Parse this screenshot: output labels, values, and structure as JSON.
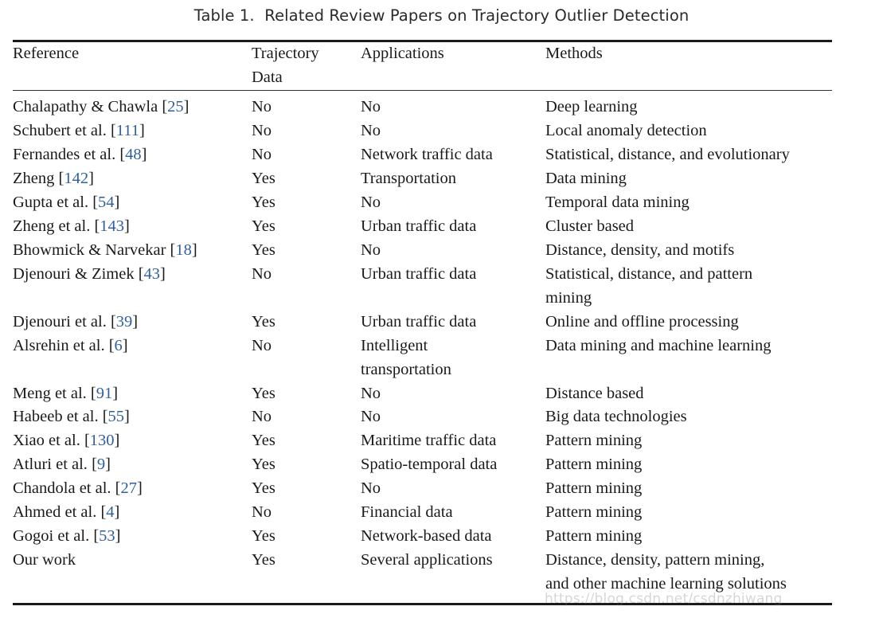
{
  "caption": "Table 1.  Related Review Papers on Trajectory Outlier Detection",
  "watermark": "https://blog.csdn.net/csdnzhiwang",
  "colors": {
    "citation_number": "#2f5f9e",
    "text": "#1a1a1a",
    "rule": "#1b1b1b"
  },
  "table": {
    "headers": {
      "reference": "Reference",
      "trajectory_line1": "Trajectory",
      "trajectory_line2": "Data",
      "applications": "Applications",
      "methods": "Methods"
    },
    "rows": [
      {
        "reference_author": "Chalapathy & Chawla",
        "reference_cite": "25",
        "trajectory": "No",
        "applications": "No",
        "methods": "Deep learning",
        "methods_line2": ""
      },
      {
        "reference_author": "Schubert et al.",
        "reference_cite": "111",
        "trajectory": "No",
        "applications": "No",
        "methods": "Local anomaly detection",
        "methods_line2": ""
      },
      {
        "reference_author": "Fernandes et al.",
        "reference_cite": "48",
        "trajectory": "No",
        "applications": "Network traffic data",
        "methods": "Statistical, distance, and evolutionary",
        "methods_line2": ""
      },
      {
        "reference_author": "Zheng",
        "reference_cite": "142",
        "trajectory": "Yes",
        "applications": "Transportation",
        "methods": "Data mining",
        "methods_line2": ""
      },
      {
        "reference_author": "Gupta et al.",
        "reference_cite": "54",
        "trajectory": "Yes",
        "applications": "No",
        "methods": "Temporal data mining",
        "methods_line2": ""
      },
      {
        "reference_author": "Zheng et al.",
        "reference_cite": "143",
        "trajectory": "Yes",
        "applications": "Urban traffic data",
        "methods": "Cluster based",
        "methods_line2": ""
      },
      {
        "reference_author": "Bhowmick & Narvekar",
        "reference_cite": "18",
        "trajectory": "Yes",
        "applications": "No",
        "methods": "Distance, density, and motifs",
        "methods_line2": ""
      },
      {
        "reference_author": "Djenouri & Zimek",
        "reference_cite": "43",
        "trajectory": "No",
        "applications": "Urban traffic data",
        "methods": "Statistical, distance, and pattern",
        "methods_line2": "mining"
      },
      {
        "reference_author": "Djenouri et al.",
        "reference_cite": "39",
        "trajectory": "Yes",
        "applications": "Urban traffic data",
        "methods": "Online and offline processing",
        "methods_line2": ""
      },
      {
        "reference_author": "Alsrehin et al.",
        "reference_cite": "6",
        "trajectory": "No",
        "applications": "Intelligent",
        "applications_line2": "transportation",
        "methods": "Data mining and machine learning",
        "methods_line2": ""
      },
      {
        "reference_author": "Meng et al.",
        "reference_cite": "91",
        "trajectory": "Yes",
        "applications": "No",
        "methods": "Distance based",
        "methods_line2": ""
      },
      {
        "reference_author": "Habeeb et al.",
        "reference_cite": "55",
        "trajectory": "No",
        "applications": "No",
        "methods": "Big data technologies",
        "methods_line2": ""
      },
      {
        "reference_author": "Xiao et al.",
        "reference_cite": "130",
        "trajectory": "Yes",
        "applications": "Maritime traffic data",
        "methods": "Pattern mining",
        "methods_line2": ""
      },
      {
        "reference_author": "Atluri et al.",
        "reference_cite": "9",
        "trajectory": "Yes",
        "applications": "Spatio-temporal data",
        "methods": "Pattern mining",
        "methods_line2": ""
      },
      {
        "reference_author": "Chandola et al.",
        "reference_cite": "27",
        "trajectory": "Yes",
        "applications": "No",
        "methods": "Pattern mining",
        "methods_line2": ""
      },
      {
        "reference_author": "Ahmed et al.",
        "reference_cite": "4",
        "trajectory": "No",
        "applications": "Financial data",
        "methods": "Pattern mining",
        "methods_line2": ""
      },
      {
        "reference_author": "Gogoi et al.",
        "reference_cite": "53",
        "trajectory": "Yes",
        "applications": "Network-based data",
        "methods": "Pattern mining",
        "methods_line2": ""
      },
      {
        "reference_author": "Our work",
        "reference_cite": "",
        "trajectory": "Yes",
        "applications": "Several applications",
        "methods": "Distance, density, pattern mining,",
        "methods_line2": "and other machine learning solutions"
      }
    ]
  }
}
